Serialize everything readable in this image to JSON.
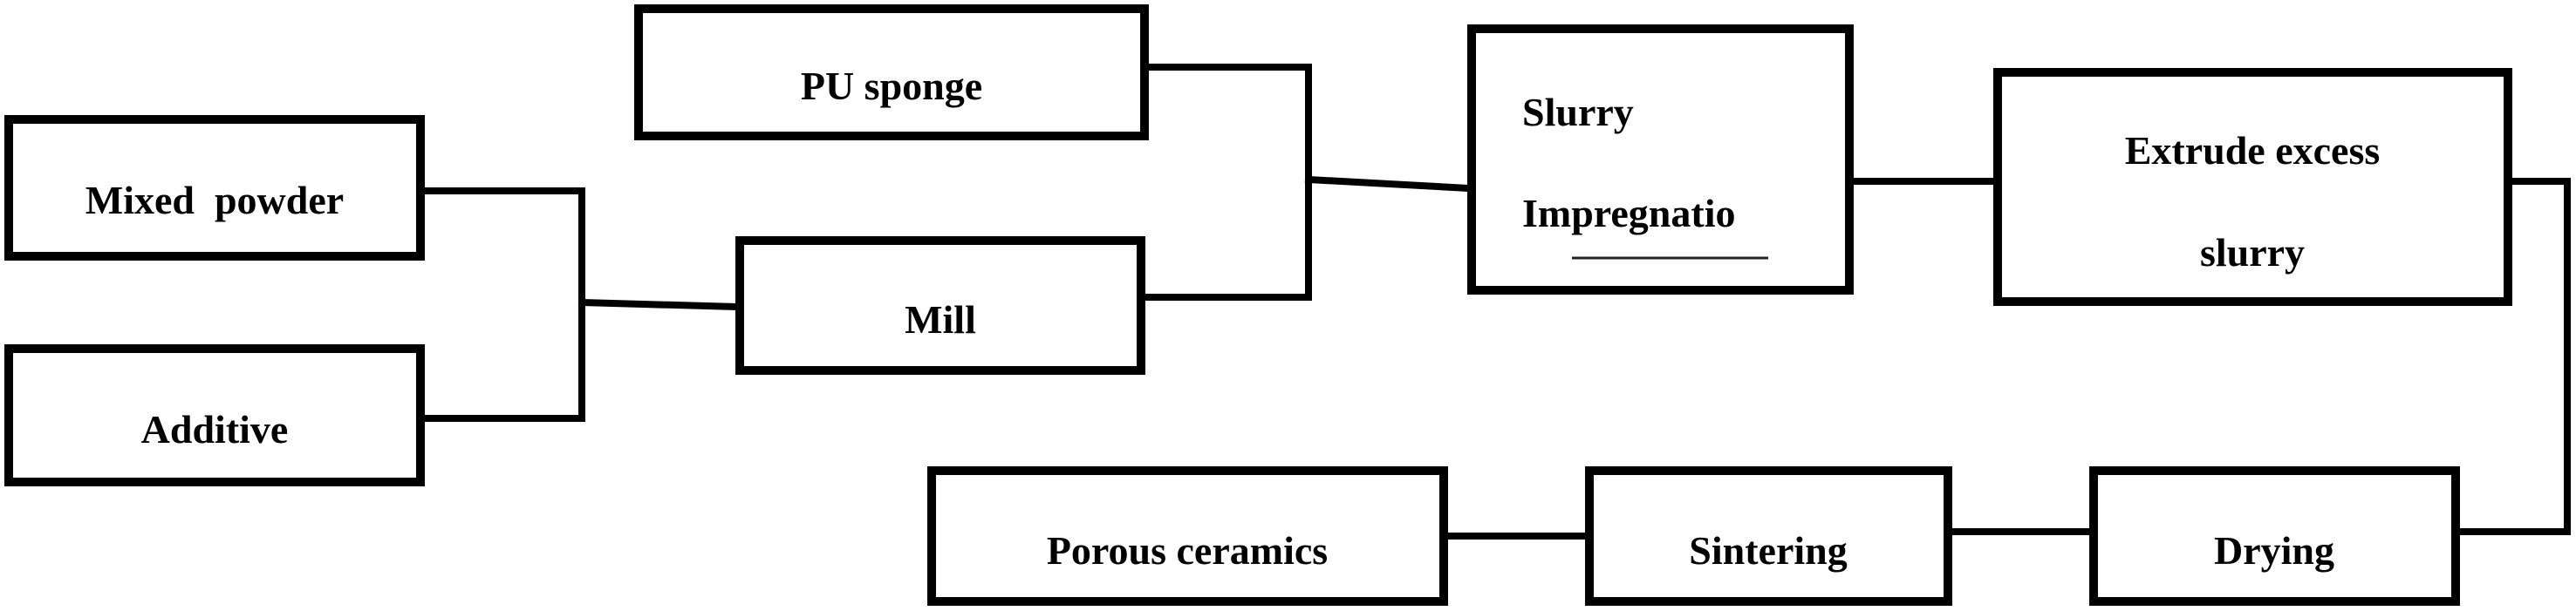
{
  "diagram": {
    "nodes": {
      "mixed_powder": "Mixed  powder",
      "additive": "Additive",
      "mill": "Mill",
      "pu_sponge": "PU sponge",
      "slurry_impregnation_line1": "Slurry",
      "slurry_impregnation_line2": "Impregnatio",
      "extrude_line1": "Extrude excess",
      "extrude_line2": "slurry",
      "drying": "Drying",
      "sintering": "Sintering",
      "porous_ceramics": "Porous ceramics"
    },
    "edges": [
      {
        "from": "Mixed  powder",
        "to": "Mill"
      },
      {
        "from": "Additive",
        "to": "Mill"
      },
      {
        "from": "PU sponge",
        "to": "Slurry Impregnatio"
      },
      {
        "from": "Mill",
        "to": "Slurry Impregnatio"
      },
      {
        "from": "Slurry Impregnatio",
        "to": "Extrude excess slurry"
      },
      {
        "from": "Extrude excess slurry",
        "to": "Drying"
      },
      {
        "from": "Drying",
        "to": "Sintering"
      },
      {
        "from": "Sintering",
        "to": "Porous ceramics"
      }
    ],
    "colors": {
      "stroke": "#000000",
      "fill": "#ffffff",
      "text": "#000000"
    }
  }
}
